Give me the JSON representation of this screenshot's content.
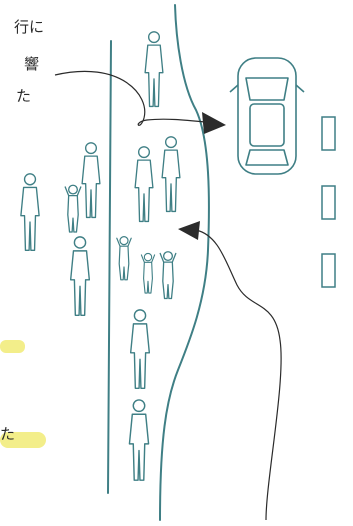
{
  "text_fragments": {
    "line1": "行に",
    "line2": "響",
    "line3": "た",
    "line4": "た"
  },
  "colors": {
    "road_line": "#3f7f85",
    "figure_stroke": "#3f7f85",
    "arrow": "#2b2b2b",
    "highlight": "#f3ee8a",
    "lane_marker": "#3f7f85"
  },
  "icons": {
    "car": "car-top-view-icon",
    "pedestrians": "pedestrian-icon",
    "lane_markers": "lane-marker-icon",
    "arrows": "arrow-icon"
  }
}
